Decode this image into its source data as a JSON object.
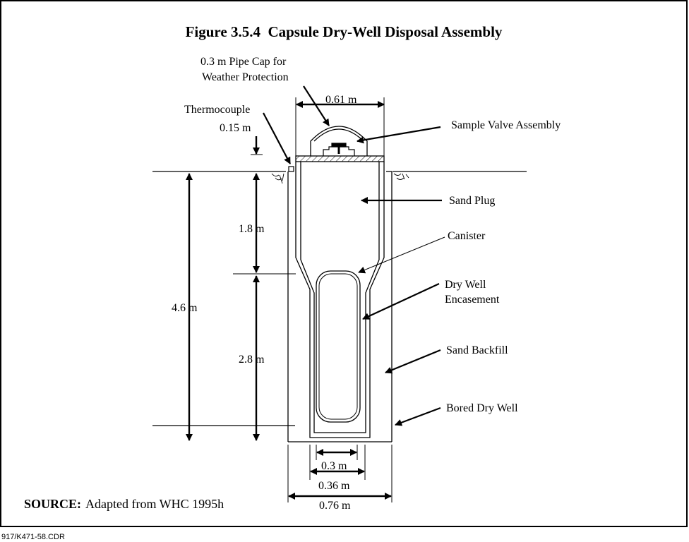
{
  "figure": {
    "title": "Figure 3.5.4  Capsule Dry-Well Disposal Assembly",
    "source_label": "SOURCE:",
    "source_text": "Adapted from WHC 1995h",
    "file_id": "917/K471-58.CDR"
  },
  "labels": {
    "pipe_cap_line1": "0.3 m Pipe Cap for",
    "pipe_cap_line2": "Weather Protection",
    "thermocouple": "Thermocouple",
    "sample_valve": "Sample Valve Assembly",
    "sand_plug": "Sand Plug",
    "canister": "Canister",
    "dry_well_line1": "Dry Well",
    "dry_well_line2": "Encasement",
    "sand_backfill": "Sand Backfill",
    "bored_dry_well": "Bored Dry Well"
  },
  "dimensions": {
    "cap_width": "0.61 m",
    "cap_height": "0.15 m",
    "total_depth": "4.6 m",
    "upper_depth": "1.8 m",
    "lower_depth": "2.8 m",
    "canister_width": "0.3 m",
    "encasement_width": "0.36 m",
    "bore_width": "0.76 m"
  }
}
